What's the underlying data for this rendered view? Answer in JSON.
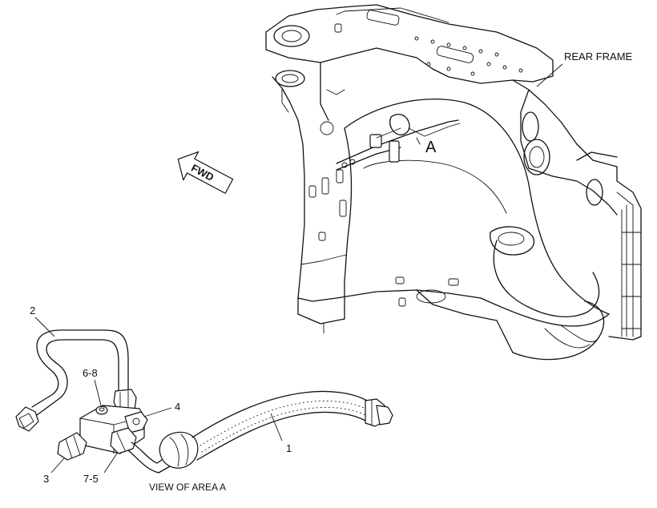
{
  "labels": {
    "rear_frame": "REAR FRAME",
    "area_marker": "A",
    "forward": "FWD",
    "view_caption": "VIEW OF AREA A"
  },
  "callouts": {
    "hose": "1",
    "tube": "2",
    "plug": "3",
    "elbow": "4",
    "bolt_washer": "6-8",
    "tee_fitting": "7-5"
  }
}
